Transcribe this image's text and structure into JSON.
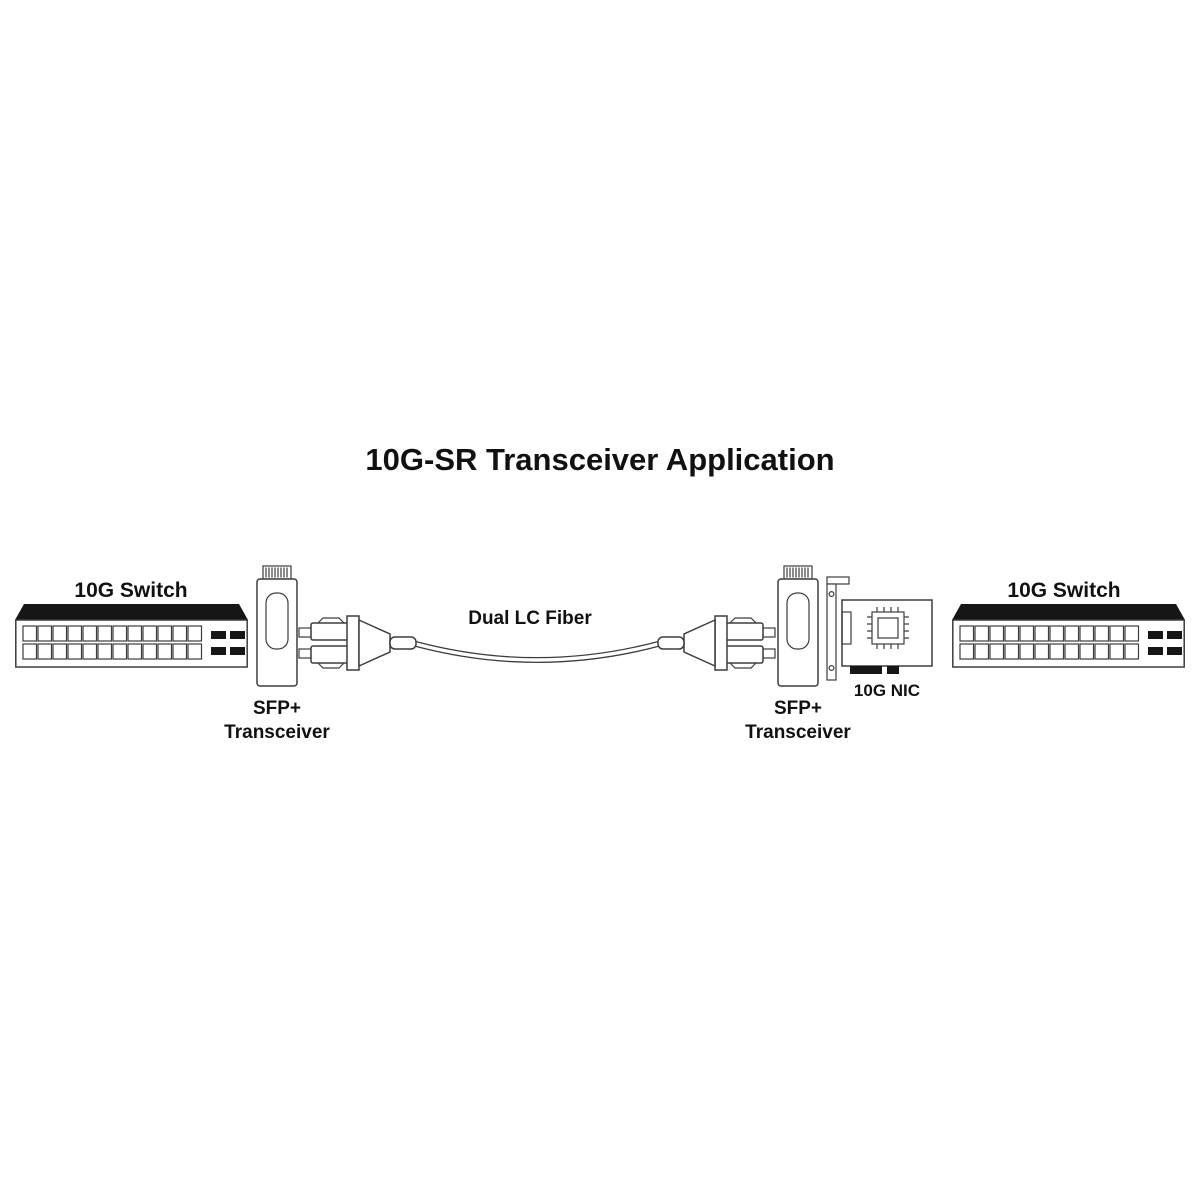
{
  "title": "10G-SR Transceiver Application",
  "left_switch": {
    "label": "10G Switch"
  },
  "right_switch": {
    "label": "10G Switch"
  },
  "left_transceiver": {
    "line1": "SFP+",
    "line2": "Transceiver"
  },
  "right_transceiver": {
    "line1": "SFP+",
    "line2": "Transceiver"
  },
  "cable": {
    "label": "Dual LC Fiber"
  },
  "nic": {
    "label": "10G NIC"
  },
  "colors": {
    "outline": "#3d3d3d",
    "dark": "#161616",
    "text": "#111111",
    "background": "#ffffff"
  }
}
